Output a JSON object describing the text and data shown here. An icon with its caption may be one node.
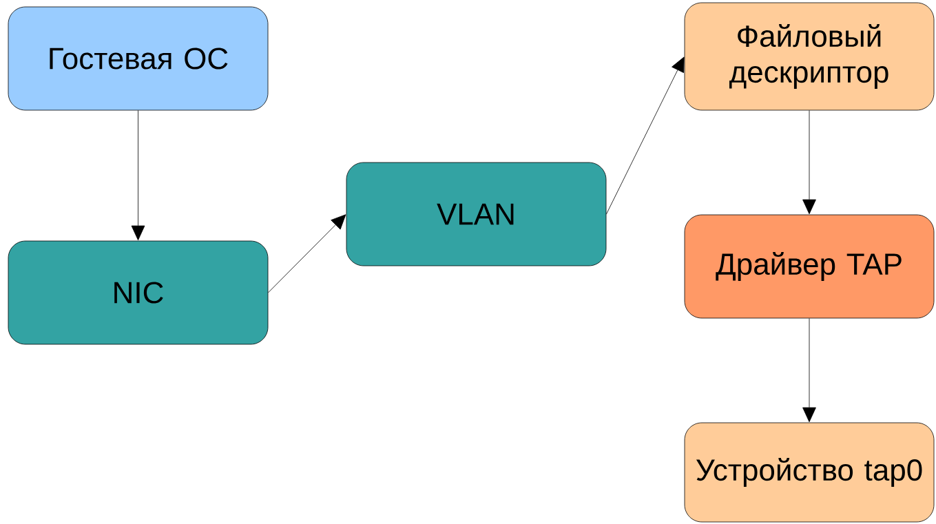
{
  "diagram": {
    "nodes": [
      {
        "text": [
          "Гостевая ОС"
        ]
      },
      {
        "text": [
          "NIC"
        ]
      },
      {
        "text": [
          "VLAN"
        ]
      },
      {
        "text": [
          "Файловый дескриптор"
        ]
      },
      {
        "text": [
          "Драйвер TAP"
        ]
      },
      {
        "text": [
          "Устройство tap0"
        ]
      }
    ],
    "edges": [
      {
        "from": 0,
        "to": 1,
        "arrow": "to"
      },
      {
        "from": 1,
        "to": 2,
        "arrow": "to"
      },
      {
        "from": 2,
        "to": 3,
        "arrow": "to"
      },
      {
        "from": 3,
        "to": 4,
        "arrow": "to"
      },
      {
        "from": 4,
        "to": 5,
        "arrow": "to"
      }
    ]
  }
}
